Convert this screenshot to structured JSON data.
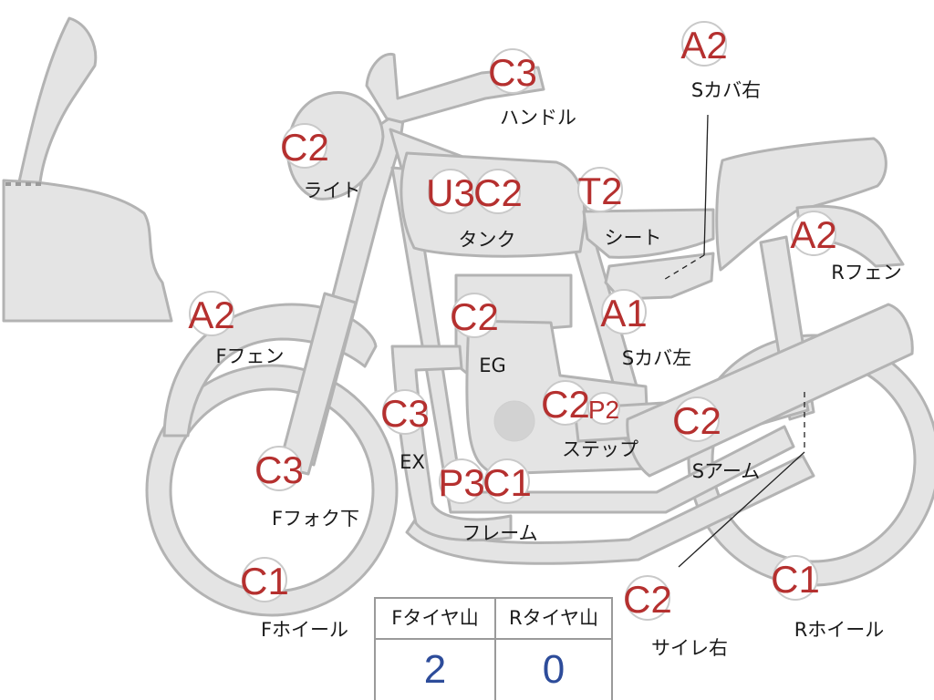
{
  "badges": [
    {
      "id": "fairing-low",
      "grades": [
        "A2"
      ],
      "label": "Sカバ右"
    },
    {
      "id": "handle",
      "grades": [
        "C3"
      ],
      "label": "ハンドル"
    },
    {
      "id": "light",
      "grades": [
        "C2"
      ],
      "label": "ライト"
    },
    {
      "id": "tank",
      "grades": [
        "U3",
        "C2"
      ],
      "label": "タンク"
    },
    {
      "id": "seat",
      "grades": [
        "T2"
      ],
      "label": "シート"
    },
    {
      "id": "r-fender",
      "grades": [
        "A2"
      ],
      "label": "Rフェン"
    },
    {
      "id": "f-fender",
      "grades": [
        "A2"
      ],
      "label": "Fフェン"
    },
    {
      "id": "engine",
      "grades": [
        "C2"
      ],
      "label": "EG"
    },
    {
      "id": "side-cover-left",
      "grades": [
        "A1"
      ],
      "label": "Sカバ左"
    },
    {
      "id": "exhaust",
      "grades": [
        "C3"
      ],
      "label": "EX"
    },
    {
      "id": "step",
      "grades": [
        "C2",
        "P2"
      ],
      "label": "ステップ"
    },
    {
      "id": "swing-arm",
      "grades": [
        "C2"
      ],
      "label": "Sアーム"
    },
    {
      "id": "fork-lower",
      "grades": [
        "C3"
      ],
      "label": "Fフォク下"
    },
    {
      "id": "frame",
      "grades": [
        "P3",
        "C1"
      ],
      "label": "フレーム"
    },
    {
      "id": "f-wheel",
      "grades": [
        "C1"
      ],
      "label": "Fホイール"
    },
    {
      "id": "silencer-right",
      "grades": [
        "C2"
      ],
      "label": "サイレ右"
    },
    {
      "id": "r-wheel",
      "grades": [
        "C1"
      ],
      "label": "Rホイール"
    }
  ],
  "tyre_table": {
    "front": {
      "header": "Fタイヤ山",
      "value": "2"
    },
    "rear": {
      "header": "Rタイヤ山",
      "value": "0"
    }
  },
  "colors": {
    "part_fill": "#e4e4e4",
    "part_stroke": "#b3b3b3",
    "grade_text": "#b5302f",
    "tyre_value_text": "#2d4c9a"
  }
}
